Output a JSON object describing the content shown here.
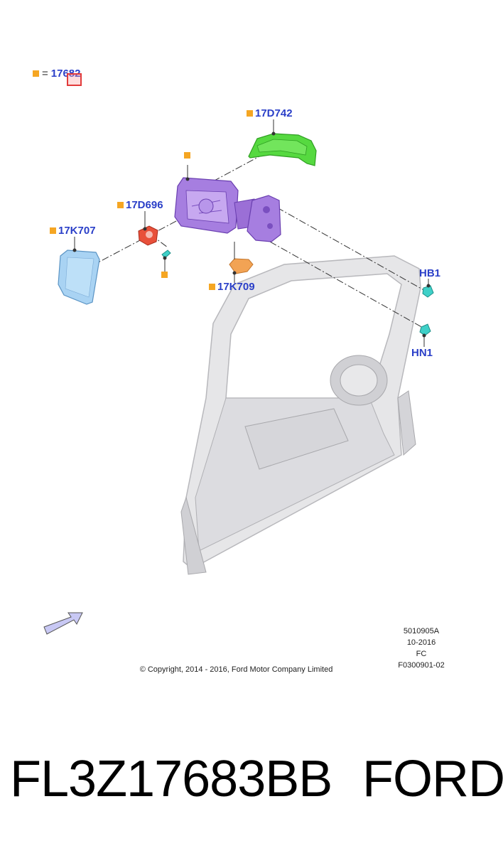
{
  "legend": {
    "equals": "=",
    "part_ref": "17682"
  },
  "callouts": {
    "cover": "17D742",
    "lamp": "17D696",
    "glass": "17K707",
    "lower_cover": "17K709",
    "bolt_upper": "HB1",
    "bolt_lower": "HN1"
  },
  "meta": {
    "line1": "5010905A",
    "line2": "10-2016",
    "line3": "FC",
    "line4": "F0300901-02"
  },
  "copyright": "© Copyright, 2014 - 2016, Ford Motor Company Limited",
  "footer": {
    "part_number": "FL3Z17683BB",
    "brand": "FORD"
  },
  "colors": {
    "callout_text": "#2a3fc8",
    "marker": "#f5a623",
    "housing": "#9b6fd6",
    "cover": "#4fd93c",
    "glass": "#a8d4f2",
    "lamp": "#e8503a",
    "lower_cover": "#f2a354",
    "fastener": "#3fd0c8",
    "door": "#e4e4e6"
  }
}
